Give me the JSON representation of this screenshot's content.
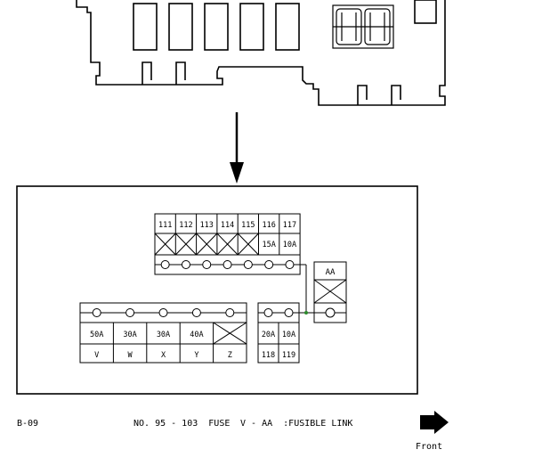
{
  "diagram": {
    "top_row": {
      "numbers": [
        "111",
        "112",
        "113",
        "114",
        "115",
        "116",
        "117"
      ],
      "ratings": [
        "",
        "",
        "",
        "",
        "",
        "15A",
        "10A"
      ],
      "empty": [
        true,
        true,
        true,
        true,
        true,
        false,
        false
      ]
    },
    "bottom_left": {
      "ratings": [
        "50A",
        "30A",
        "30A",
        "40A",
        ""
      ],
      "letters": [
        "V",
        "W",
        "X",
        "Y",
        "Z"
      ],
      "empty": [
        false,
        false,
        false,
        false,
        true
      ]
    },
    "bottom_mid": {
      "ratings": [
        "20A",
        "10A"
      ],
      "numbers": [
        "118",
        "119"
      ]
    },
    "aa_block": {
      "label": "AA"
    },
    "wire_color": "#2a8a2a"
  },
  "footer": {
    "code": "B-09",
    "caption_left": "NO. 95 - 103  FUSE",
    "caption_right": "V - AA  :FUSIBLE LINK",
    "front_label": "Front"
  }
}
